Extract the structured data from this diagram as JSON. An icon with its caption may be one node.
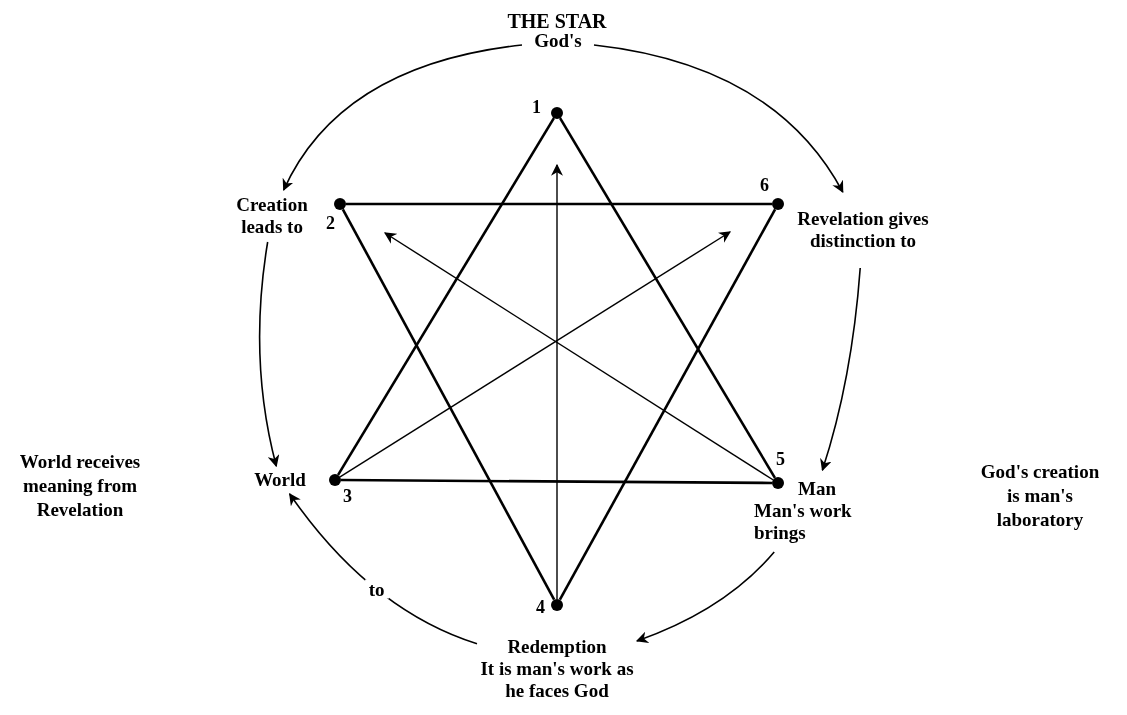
{
  "diagram": {
    "title": "THE STAR",
    "nodes": [
      {
        "text": [
          "God's"
        ]
      },
      {
        "text": [],
        "shape": "circle",
        "beside": [
          "1"
        ]
      },
      {
        "text": [
          "Creation leads to"
        ]
      },
      {
        "text": [],
        "shape": "circle",
        "beside": [
          "2"
        ]
      },
      {
        "text": [],
        "shape": "circle",
        "beside": [
          "6"
        ]
      },
      {
        "text": [
          "Revelation gives distinction to"
        ]
      },
      {
        "text": [
          "World"
        ]
      },
      {
        "text": [],
        "shape": "circle",
        "beside": [
          "3"
        ]
      },
      {
        "text": [],
        "shape": "circle",
        "beside": [
          "5"
        ]
      },
      {
        "text": [
          "Man",
          "Man's work brings"
        ]
      },
      {
        "text": [],
        "shape": "circle",
        "beside": [
          "4"
        ]
      },
      {
        "text": [
          "Redemption",
          "It is man's work as he faces God"
        ]
      }
    ],
    "edges": [
      {
        "from": 0,
        "to": 2,
        "arrow": "to"
      },
      {
        "from": 0,
        "to": 5,
        "arrow": "to"
      },
      {
        "from": 2,
        "to": 6,
        "arrow": "to"
      },
      {
        "from": 5,
        "to": 9,
        "arrow": "to"
      },
      {
        "from": 9,
        "to": 11,
        "arrow": "to"
      },
      {
        "from": 11,
        "to": 6,
        "arrow": "to",
        "label": "to"
      },
      {
        "from": 1,
        "to": 7,
        "arrow": "none"
      },
      {
        "from": 7,
        "to": 8,
        "arrow": "none"
      },
      {
        "from": 8,
        "to": 1,
        "arrow": "none"
      },
      {
        "from": 3,
        "to": 10,
        "arrow": "none"
      },
      {
        "from": 10,
        "to": 4,
        "arrow": "none"
      },
      {
        "from": 3,
        "to": 4,
        "arrow": "none"
      },
      {
        "from": 10,
        "to": null,
        "arrow": "to"
      },
      {
        "from": 8,
        "to": null,
        "arrow": "to"
      },
      {
        "from": 7,
        "to": null,
        "arrow": "to"
      }
    ],
    "labels": [
      "World receives meaning from Revelation",
      "God's creation is man's laboratory"
    ]
  }
}
